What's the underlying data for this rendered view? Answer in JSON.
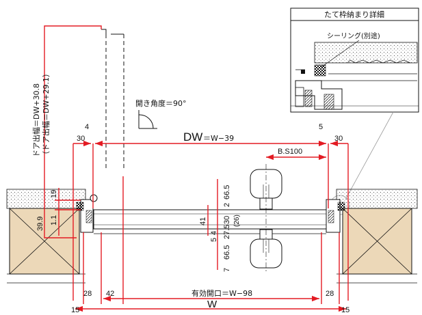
{
  "detail": {
    "title": "たて枠納まり詳細",
    "sealing_label": "シーリング(別途)"
  },
  "door": {
    "opening_angle": "開き角度＝90°",
    "protrusion_1": "ドア出幅＝DW+30.8",
    "protrusion_2": "（ドア出幅＝DW+29.1）"
  },
  "dimensions": {
    "dw": "DW",
    "dw_formula": "＝W−39",
    "effective_opening": "有効開口＝W−98",
    "w": "W",
    "bs": "B.S100",
    "left_4": "4",
    "right_5": "5",
    "left_30": "30",
    "right_30": "30",
    "left_19": "19",
    "left_39_9": "39.9",
    "left_1_1": "1.1",
    "left_28": "28",
    "right_28": "28",
    "left_42": "42",
    "left_15": "15",
    "right_15": "15",
    "v_66_5_top": "66.5",
    "v_2": "2",
    "v_30": "30",
    "v_26": "(26)",
    "v_27_5": "27.5",
    "v_41": "41",
    "v_4": "4",
    "v_5": "5",
    "v_66_5_bottom": "66.5",
    "v_7": "7"
  },
  "colors": {
    "dimension_red": "#e31b23",
    "wood": "#ecd8b8",
    "line": "#111111",
    "leader_gray": "#9a9a9a"
  }
}
